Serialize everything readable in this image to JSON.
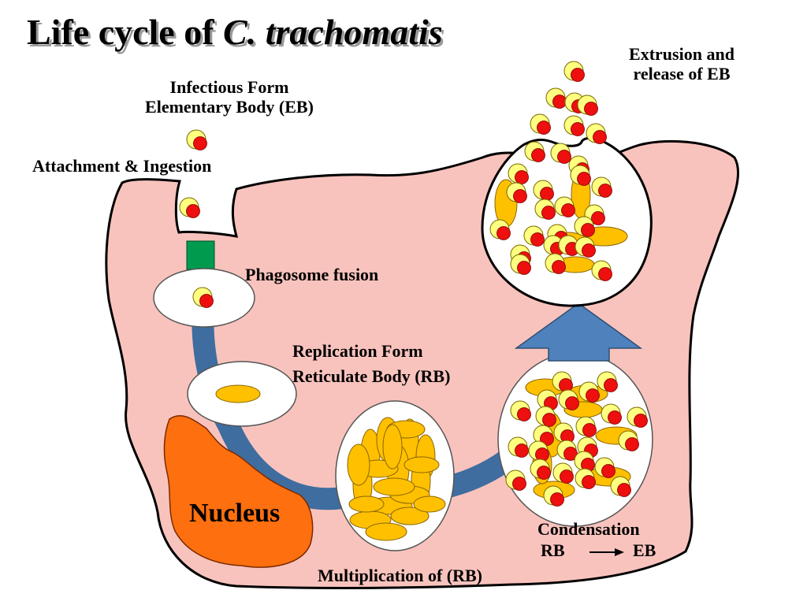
{
  "title": {
    "prefix": "Life cycle of ",
    "species": "C. trachomatis"
  },
  "labels": {
    "infectious_form": "Infectious Form",
    "elementary_body": "Elementary Body (EB)",
    "attachment": "Attachment & Ingestion",
    "phagosome_fusion": "Phagosome fusion",
    "replication_form": "Replication Form",
    "reticulate_body": "Reticulate Body (RB)",
    "nucleus": "Nucleus",
    "multiplication": "Multiplication of (RB)",
    "condensation": "Condensation",
    "rb": "RB",
    "eb": "EB",
    "extrusion_line1": "Extrusion and",
    "extrusion_line2": "release of EB"
  },
  "colors": {
    "cell_fill": "#f9c3bd",
    "nucleus": "#fd6f0f",
    "path_blue": "#3f6d9f",
    "arrow_blue": "#4f81bd",
    "receptor_green": "#009a4e",
    "eb_red": "#ee0f0f",
    "eb_yellow": "#ffff80",
    "rb_gold": "#ffc000"
  }
}
